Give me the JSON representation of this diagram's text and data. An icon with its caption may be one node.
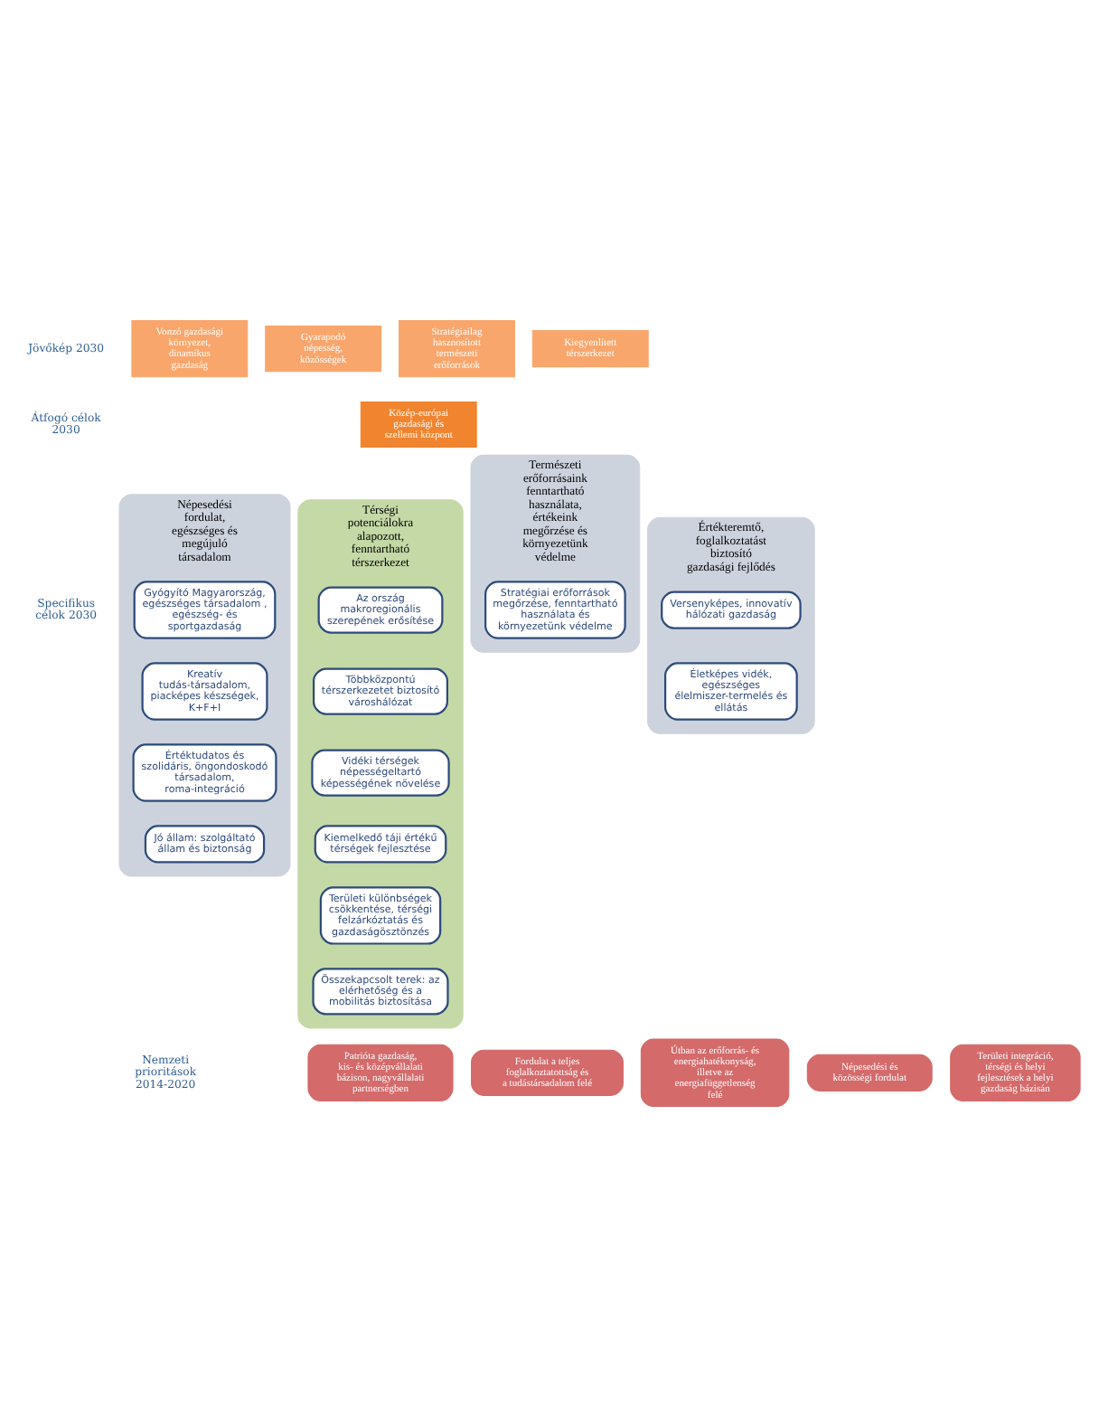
{
  "diagram": {
    "nodes": [
      {
        "text": [
          "Vonzó gazdasági környezet, dinamikus gazdaság"
        ]
      },
      {
        "text": [
          "Gyarapodó népesség, közösségek"
        ]
      },
      {
        "text": [
          "Stratégiailag hasznosított természeti erőforrások"
        ]
      },
      {
        "text": [
          "Kiegyenlített térszerkezet"
        ]
      },
      {
        "text": [
          "Közép-európai gazdasági és szellemi központ"
        ]
      },
      {
        "text": [
          "Értékteremtő, foglalkoztatást biztosító gazdasági fejlődés"
        ]
      },
      {
        "text": [
          "Versenyképes, innovatív hálózati gazdaság"
        ],
        "in": 5
      },
      {
        "text": [
          "Életképes vidék, egészséges élelmiszer-termelés és ellátás"
        ],
        "in": 5
      },
      {
        "text": [
          "Népesedési fordulat, egészséges és megújuló társadalom"
        ]
      },
      {
        "text": [
          "Gyógyító Magyarország, egészséges társadalom , egészség- és sportgazdaság"
        ],
        "in": 8
      },
      {
        "text": [
          "Kreatív tudás-társadalom, piacképes készségek, K+F+I"
        ],
        "in": 8
      },
      {
        "text": [
          "Értéktudatos és szolidáris, öngondoskodó társadalom, roma-integráció"
        ],
        "in": 8
      },
      {
        "text": [
          "Jó állam: szolgáltató állam és biztonság"
        ],
        "in": 8
      },
      {
        "text": [
          "Természeti erőforrásaink fenntartható használata, értékeink megőrzése és környezetünk védelme"
        ]
      },
      {
        "text": [
          "Stratégiai erőforrások megőrzése, fenntartható használata és környezetünk védelme"
        ],
        "in": 13
      },
      {
        "text": [
          "Térségi potenciálokra alapozott, fenntartható térszerkezet"
        ]
      },
      {
        "text": [
          "Az ország makroregionális szerepének erősítése"
        ],
        "in": 15
      },
      {
        "text": [
          "Többközpontú térszerkezetet biztosító városhálózat"
        ],
        "in": 15
      },
      {
        "text": [
          "Vidéki térségek népességeltartó képességének növelése"
        ],
        "in": 15
      },
      {
        "text": [
          "Kiemelkedő táji értékű térségek fejlesztése"
        ],
        "in": 15
      },
      {
        "text": [
          "Területi különbségek csökkentése, térségi felzárkóztatás és gazdaságösztönzés"
        ],
        "in": 15
      },
      {
        "text": [
          "Összekapcsolt terek: az elérhetőség és a mobilitás biztosítása"
        ],
        "in": 15
      },
      {
        "text": [
          "Patrióta gazdaság, kis- és középvállalati bázison, nagyvállalati partnerségben"
        ]
      },
      {
        "text": [
          "Fordulat a teljes foglalkoztatottság és a tudástársadalom felé"
        ]
      },
      {
        "text": [
          "Útban az erőforrás- és energiahatékonyság, illetve az energiafüggetlenség felé"
        ]
      },
      {
        "text": [
          "Népesedési és közösségi fordulat"
        ]
      },
      {
        "text": [
          "Területi integráció, térségi és helyi fejlesztések a helyi gazdaság bázisán"
        ]
      }
    ],
    "labels": [
      "Jövőkép 2030",
      "Átfogó célok 2030",
      "Specifikus célok 2030",
      "Nemzeti prioritások 2014-2020"
    ]
  }
}
